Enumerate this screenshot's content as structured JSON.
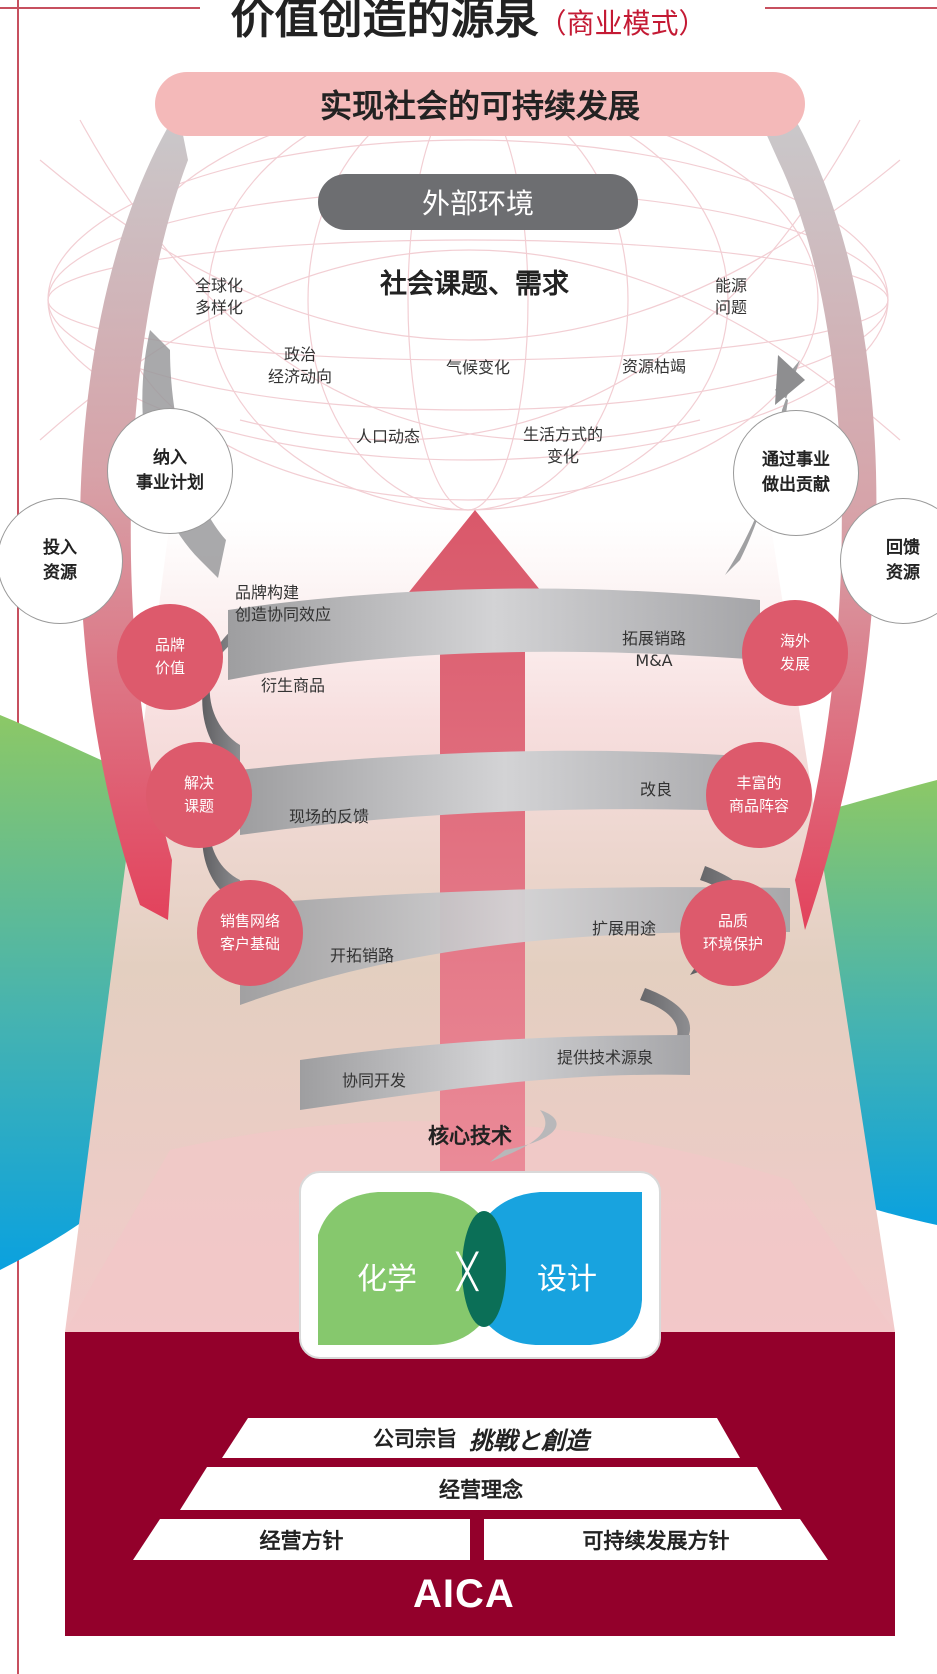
{
  "title": {
    "main": "价值创造的源泉",
    "sub": "（商业模式）"
  },
  "top_banner": "实现社会的可持续发展",
  "external_env": "外部环境",
  "social_heading": "社会课题、需求",
  "topics": {
    "globalization": "全球化\n多样化",
    "energy": "能源\n问题",
    "politics": "政治\n经济动向",
    "climate": "气候变化",
    "resources": "资源枯竭",
    "population": "人口动态",
    "lifestyle": "生活方式的\n变化"
  },
  "circles_white": {
    "include_plan": "纳入\n事业计划",
    "invest": "投入\n资源",
    "contribute": "通过事业\n做出贡献",
    "return": "回馈\n资源"
  },
  "circles_red": {
    "brand_value": "品牌\n价值",
    "overseas": "海外\n发展",
    "solve": "解决\n课题",
    "lineup": "丰富的\n商品阵容",
    "sales_network": "销售网络\n客户基础",
    "quality": "品质\n环境保护"
  },
  "spiral": {
    "brand_build": "品牌构建\n创造协同效应",
    "derivative": "衍生商品",
    "expand_channel": "拓展销路\nM&A",
    "feedback": "现场的反馈",
    "improve": "改良",
    "open_channel": "开拓销路",
    "expand_use": "扩展用途",
    "co_develop": "协同开发",
    "tech_source": "提供技术源泉"
  },
  "core_tech": "核心技术",
  "core_badge": {
    "left": "化学",
    "cross": "╳",
    "right": "设计"
  },
  "foundation": {
    "philosophy_label": "公司宗旨",
    "philosophy_calligraphy": "挑戦と創造",
    "principle": "经营理念",
    "policy_left": "经营方针",
    "policy_right": "可持续发展方针"
  },
  "brand": "AICA",
  "colors": {
    "maroon": "#93002b",
    "pink_circle": "#dd5a6c",
    "banner_pink": "#f4b9b9",
    "env_gray": "#6d6e71",
    "green": "#87c86c",
    "blue": "#1aa3df"
  }
}
